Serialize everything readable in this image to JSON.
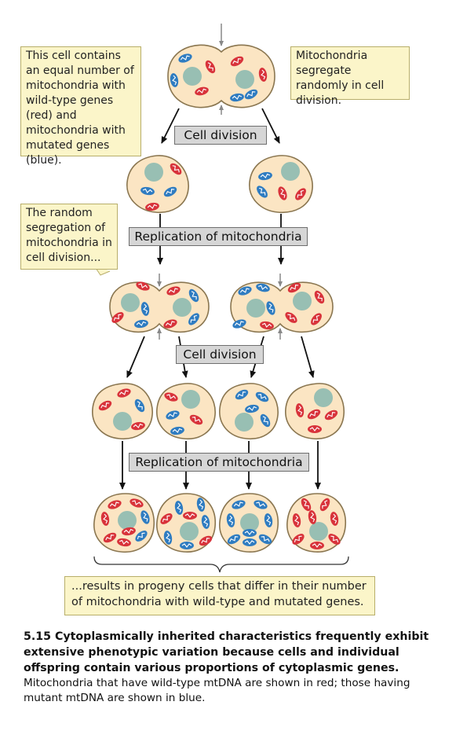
{
  "callouts": {
    "equal_mix": "This cell contains an equal number of mitochondria with wild-type genes (red) and mitochondria with mutated genes (blue).",
    "segregate": "Mitochondria segregate randomly in cell division.",
    "random_segregation": "The random segregation of mitochondria in cell division...",
    "result": "...results in progeny cells that differ in their number of mitochondria with wild-type and mutated genes."
  },
  "steps": {
    "cell_division_1": "Cell division",
    "replication_1": "Replication of mitochondria",
    "cell_division_2": "Cell division",
    "replication_2": "Replication of mitochondria"
  },
  "caption": {
    "figure_number": "5.15",
    "bold_text": "Cytoplasmically inherited characteristics frequently exhibit extensive phenotypic variation because cells and individual offspring contain various proportions of cytoplasmic genes.",
    "body_text": "Mitochondria that have wild-type mtDNA are shown in red; those having mutant mtDNA are shown in blue."
  },
  "colors": {
    "cell_fill": "#fbe5c3",
    "cell_border": "#8a7650",
    "nucleus": "#98bfb3",
    "wild_type_red": "#d8333b",
    "mutant_blue": "#2f7cc1",
    "callout_fill": "#fbf5c9",
    "label_fill": "#d6d6d6"
  }
}
